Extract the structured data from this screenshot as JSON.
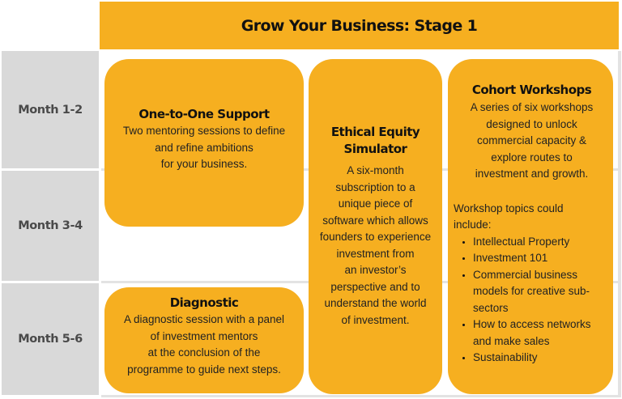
{
  "header": {
    "title": "Grow Your Business: Stage 1",
    "color": "#F6AF20"
  },
  "timeline": {
    "rows": [
      {
        "label": "Month 1-2"
      },
      {
        "label": "Month 3-4"
      },
      {
        "label": "Month 5-6"
      }
    ],
    "label_bg": "#D9D9D9"
  },
  "cards": {
    "one_to_one": {
      "title": "One-to-One Support",
      "body_lines": [
        "Two mentoring sessions to define",
        "and refine ambitions",
        "for your business."
      ]
    },
    "diagnostic": {
      "title": "Diagnostic",
      "body_lines": [
        "A diagnostic session with a panel",
        "of investment mentors",
        "at the conclusion of the",
        "programme to guide next steps."
      ]
    },
    "ethical": {
      "title_lines": [
        "Ethical Equity",
        "Simulator"
      ],
      "body_lines": [
        "A six-month",
        "subscription to a",
        "unique piece of",
        "software which allows",
        "founders to experience",
        "investment from",
        "an investor’s",
        "perspective and to",
        "understand the world",
        "of investment."
      ]
    },
    "cohort": {
      "title": "Cohort Workshops",
      "body_lines": [
        "A series of six workshops",
        "designed to unlock",
        "commercial capacity &",
        "explore routes to",
        "investment and growth."
      ],
      "topics_intro_lines": [
        "Workshop topics could",
        "include:"
      ],
      "topics": [
        {
          "lines": [
            "Intellectual Property"
          ]
        },
        {
          "lines": [
            "Investment 101"
          ]
        },
        {
          "lines": [
            "Commercial business",
            "models for creative sub-",
            "sectors"
          ]
        },
        {
          "lines": [
            "How to access networks",
            "and make sales"
          ]
        },
        {
          "lines": [
            "Sustainability"
          ]
        }
      ]
    }
  }
}
